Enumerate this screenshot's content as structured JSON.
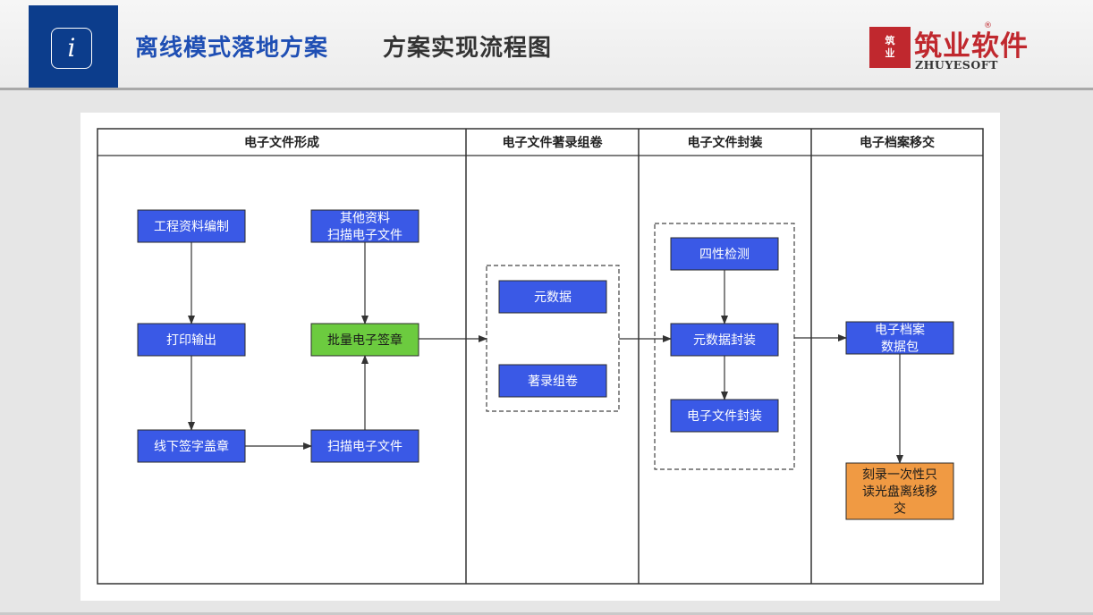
{
  "header": {
    "icon_glyph": "i",
    "icon_name": "info-icon",
    "title": "离线模式落地方案",
    "subtitle": "方案实现流程图"
  },
  "logo": {
    "emblem_text": [
      "筑",
      "业"
    ],
    "name": "筑业软件",
    "registered_mark": "®",
    "name_en": "ZHUYESOFT",
    "brand_color": "#c0282e"
  },
  "colors": {
    "header_accent": "#0c3d8c",
    "title_blue": "#1f4fb4",
    "node_blue": "#3a59e6",
    "node_green": "#6ccb3f",
    "node_orange": "#f09a43"
  },
  "flowchart": {
    "lanes": [
      {
        "id": "lane-formation",
        "label": "电子文件形成"
      },
      {
        "id": "lane-cataloging",
        "label": "电子文件著录组卷"
      },
      {
        "id": "lane-packaging",
        "label": "电子文件封装"
      },
      {
        "id": "lane-transfer",
        "label": "电子档案移交"
      }
    ],
    "nodes": [
      {
        "id": "n-compile",
        "lines": [
          "工程资料编制"
        ],
        "color": "blue"
      },
      {
        "id": "n-print",
        "lines": [
          "打印输出"
        ],
        "color": "blue"
      },
      {
        "id": "n-offline-sign",
        "lines": [
          "线下签字盖章"
        ],
        "color": "blue"
      },
      {
        "id": "n-other-scan",
        "lines": [
          "其他资料",
          "扫描电子文件"
        ],
        "color": "blue"
      },
      {
        "id": "n-batch-sign",
        "lines": [
          "批量电子签章"
        ],
        "color": "green"
      },
      {
        "id": "n-scan",
        "lines": [
          "扫描电子文件"
        ],
        "color": "blue"
      },
      {
        "id": "n-metadata",
        "lines": [
          "元数据"
        ],
        "color": "blue"
      },
      {
        "id": "n-catalog",
        "lines": [
          "著录组卷"
        ],
        "color": "blue"
      },
      {
        "id": "n-four-check",
        "lines": [
          "四性检测"
        ],
        "color": "blue"
      },
      {
        "id": "n-meta-pack",
        "lines": [
          "元数据封装"
        ],
        "color": "blue"
      },
      {
        "id": "n-file-pack",
        "lines": [
          "电子文件封装"
        ],
        "color": "blue"
      },
      {
        "id": "n-archive-pkg",
        "lines": [
          "电子档案",
          "数据包"
        ],
        "color": "blue"
      },
      {
        "id": "n-burn-disc",
        "lines": [
          "刻录一次性只",
          "读光盘离线移",
          "交"
        ],
        "color": "orange"
      }
    ],
    "edges": [
      {
        "from": "n-compile",
        "to": "n-print"
      },
      {
        "from": "n-print",
        "to": "n-offline-sign"
      },
      {
        "from": "n-offline-sign",
        "to": "n-scan"
      },
      {
        "from": "n-scan",
        "to": "n-batch-sign"
      },
      {
        "from": "n-other-scan",
        "to": "n-batch-sign"
      },
      {
        "from": "n-batch-sign",
        "to": "group-cataloging"
      },
      {
        "from": "group-cataloging",
        "to": "group-packaging"
      },
      {
        "from": "n-four-check",
        "to": "n-meta-pack"
      },
      {
        "from": "n-meta-pack",
        "to": "n-file-pack"
      },
      {
        "from": "group-packaging",
        "to": "n-archive-pkg"
      },
      {
        "from": "n-archive-pkg",
        "to": "n-burn-disc"
      }
    ]
  }
}
